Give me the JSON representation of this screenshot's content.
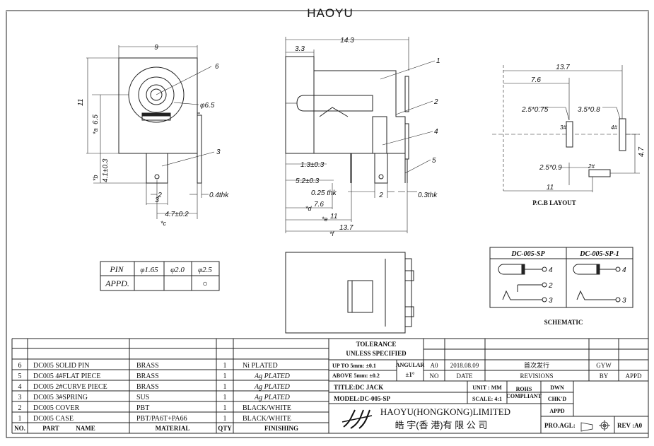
{
  "header": {
    "brand": "HAOYU"
  },
  "front_view": {
    "dims": {
      "width": "9",
      "height": "11",
      "a": "6.5",
      "a_sym": "*a",
      "b": "4.1±0.3",
      "b_sym": "*b",
      "pin_w1": "2",
      "pin_w2": "3",
      "thk": "0.4thk",
      "c": "4.7±0.2",
      "c_sym": "*c",
      "dia": "φ6.5"
    },
    "callouts": [
      "6",
      "3"
    ]
  },
  "side_view": {
    "dims": {
      "length": "14.3",
      "front": "3.3",
      "d1": "1.3±0.3",
      "d2": "5.2±0.3",
      "thk1": "0.25 thk",
      "pin_w": "2",
      "thk2": "0.3thk",
      "d_sym": "*d",
      "d": "7.6",
      "e_sym": "*e",
      "e": "11",
      "f_sym": "*f",
      "f": "13.7"
    },
    "callouts": [
      "1",
      "2",
      "4",
      "5"
    ]
  },
  "pcb": {
    "dims": {
      "total": "13.7",
      "offset": "7.6",
      "slot1": "2.5*0.75",
      "slot2": "3.5*0.8",
      "slot3": "2.5*0.9",
      "height": "4.7",
      "base": "11"
    },
    "pins": [
      "3#",
      "4#",
      "2#"
    ],
    "label": "P.C.B LAYOUT"
  },
  "pin_table": {
    "row1": [
      "PIN",
      "φ1.65",
      "φ2.0",
      "φ2.5"
    ],
    "row2": [
      "APPD.",
      "",
      "",
      "○"
    ]
  },
  "schematic": {
    "headers": [
      "DC-005-SP",
      "DC-005-SP-1"
    ],
    "left_pins": [
      "4",
      "2",
      "3"
    ],
    "right_pins": [
      "4",
      "3"
    ],
    "label": "SCHEMATIC"
  },
  "bom": {
    "rows": [
      {
        "no": "6",
        "part": "DC005  SOLID  PIN",
        "material": "BRASS",
        "qty": "1",
        "finishing": "Ni  PLATED"
      },
      {
        "no": "5",
        "part": "DC005  4#FLAT  PIECE",
        "material": "BRASS",
        "qty": "1",
        "finishing": "Ag  PLATED"
      },
      {
        "no": "4",
        "part": "DC005  2#CURVE  PIECE",
        "material": "BRASS",
        "qty": "1",
        "finishing": "Ag  PLATED"
      },
      {
        "no": "3",
        "part": "DC005  3#SPRING",
        "material": "SUS",
        "qty": "1",
        "finishing": "Ag  PLATED"
      },
      {
        "no": "2",
        "part": "DC005  COVER",
        "material": "PBT",
        "qty": "1",
        "finishing": "BLACK/WHITE"
      },
      {
        "no": "1",
        "part": "DC005  CASE",
        "material": "PBT/PA6T+PA66",
        "qty": "1",
        "finishing": "BLACK/WHITE"
      }
    ],
    "headers": {
      "no": "NO.",
      "part": "PART",
      "name": "NAME",
      "material": "MATERIAL",
      "qty": "QTY",
      "finishing": "FINISHING"
    }
  },
  "title_block": {
    "tolerance1": "TOLERANCE",
    "tolerance2": "UNLESS   SPECIFIED",
    "tol_row1": "UP  TO  5mm: ±0.1",
    "tol_row2": "ABOVE  5mm: ±0.2",
    "angular": "ANGULAR",
    "angular_val": "±1°",
    "rev_code": "A0",
    "date": "2018.08.09",
    "first_release": "首次发行",
    "by_val": "GYW",
    "no_label": "NO",
    "date_label": "DATE",
    "revisions_label": "REVISIONS",
    "by_label": "BY",
    "appd_label": "APPD",
    "title": "TITLE:DC  JACK",
    "unit": "UNIT : MM",
    "rohs1": "ROHS",
    "rohs2": "COMPLIANT",
    "dwn": "DWN",
    "model": "MODEL:DC-005-SP",
    "scale": "SCALE:  4:1",
    "chkd": "CHK'D",
    "company": "HAOYU(HONGKONG)LIMITED",
    "company_cn": "皓 宇(香 港)有 限 公 司",
    "appd2": "APPD",
    "proj": "PRO.AGL:",
    "rev": "REV :A0"
  }
}
